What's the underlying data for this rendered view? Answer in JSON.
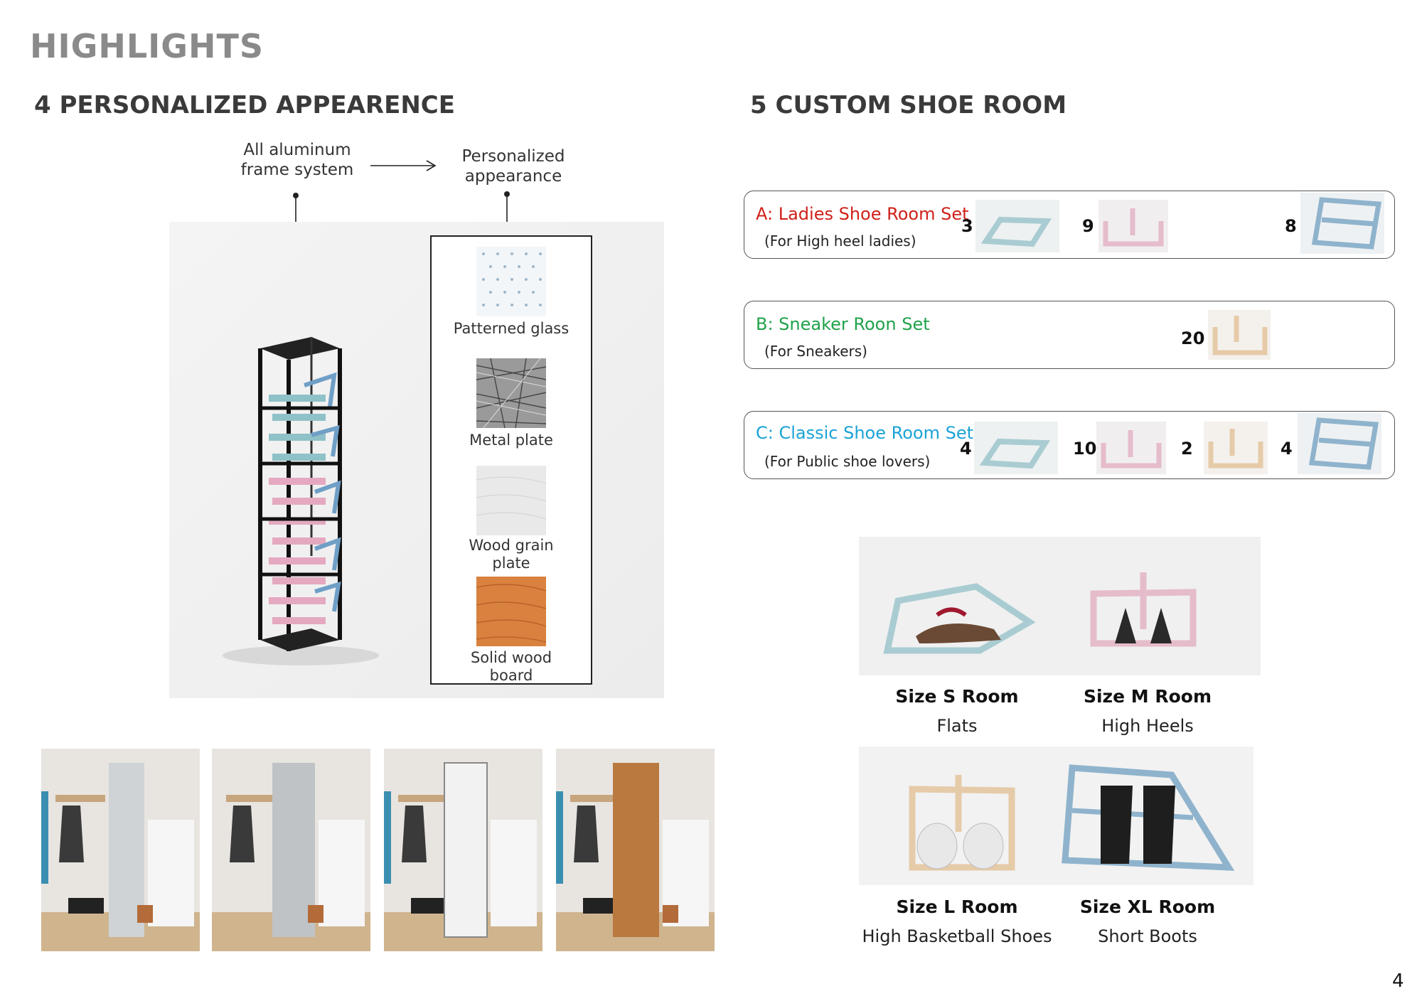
{
  "header": {
    "title": "HIGHLIGHTS"
  },
  "section4": {
    "title": "4 PERSONALIZED APPEARENCE",
    "frame_label_line1": "All aluminum",
    "frame_label_line2": "frame system",
    "appearance_label_line1": "Personalized",
    "appearance_label_line2": "appearance",
    "materials": [
      {
        "label_line1": "Patterned glass",
        "label_line2": ""
      },
      {
        "label_line1": "Metal plate",
        "label_line2": ""
      },
      {
        "label_line1": "Wood grain",
        "label_line2": "plate"
      },
      {
        "label_line1": "Solid wood",
        "label_line2": "board"
      }
    ]
  },
  "section5": {
    "title": "5 CUSTOM SHOE ROOM",
    "sets": [
      {
        "title": "A: Ladies Shoe Room Set",
        "subtitle": "(For High heel ladies)",
        "color": "#d0201a",
        "counts": [
          "3",
          "9",
          "8"
        ]
      },
      {
        "title": "B: Sneaker Roon Set",
        "subtitle": "(For Sneakers)",
        "color": "#1fa24a",
        "counts": [
          "20"
        ]
      },
      {
        "title": "C: Classic Shoe Room Set",
        "subtitle": "(For Public shoe lovers)",
        "color": "#1aa3d6",
        "counts": [
          "4",
          "10",
          "2",
          "4"
        ]
      }
    ],
    "sizes": [
      {
        "title": "Size S Room",
        "subtitle": "Flats"
      },
      {
        "title": "Size M Room",
        "subtitle": "High Heels"
      },
      {
        "title": "Size L Room",
        "subtitle": "High Basketball Shoes"
      },
      {
        "title": "Size XL Room",
        "subtitle": "Short Boots"
      }
    ]
  },
  "colors": {
    "blue_module": "#a9ccd2",
    "pink_module": "#e5bccb",
    "wood_module": "#e6cba9",
    "steel_blue_module": "#8fb3cc"
  },
  "footer": {
    "page_number": "4"
  }
}
